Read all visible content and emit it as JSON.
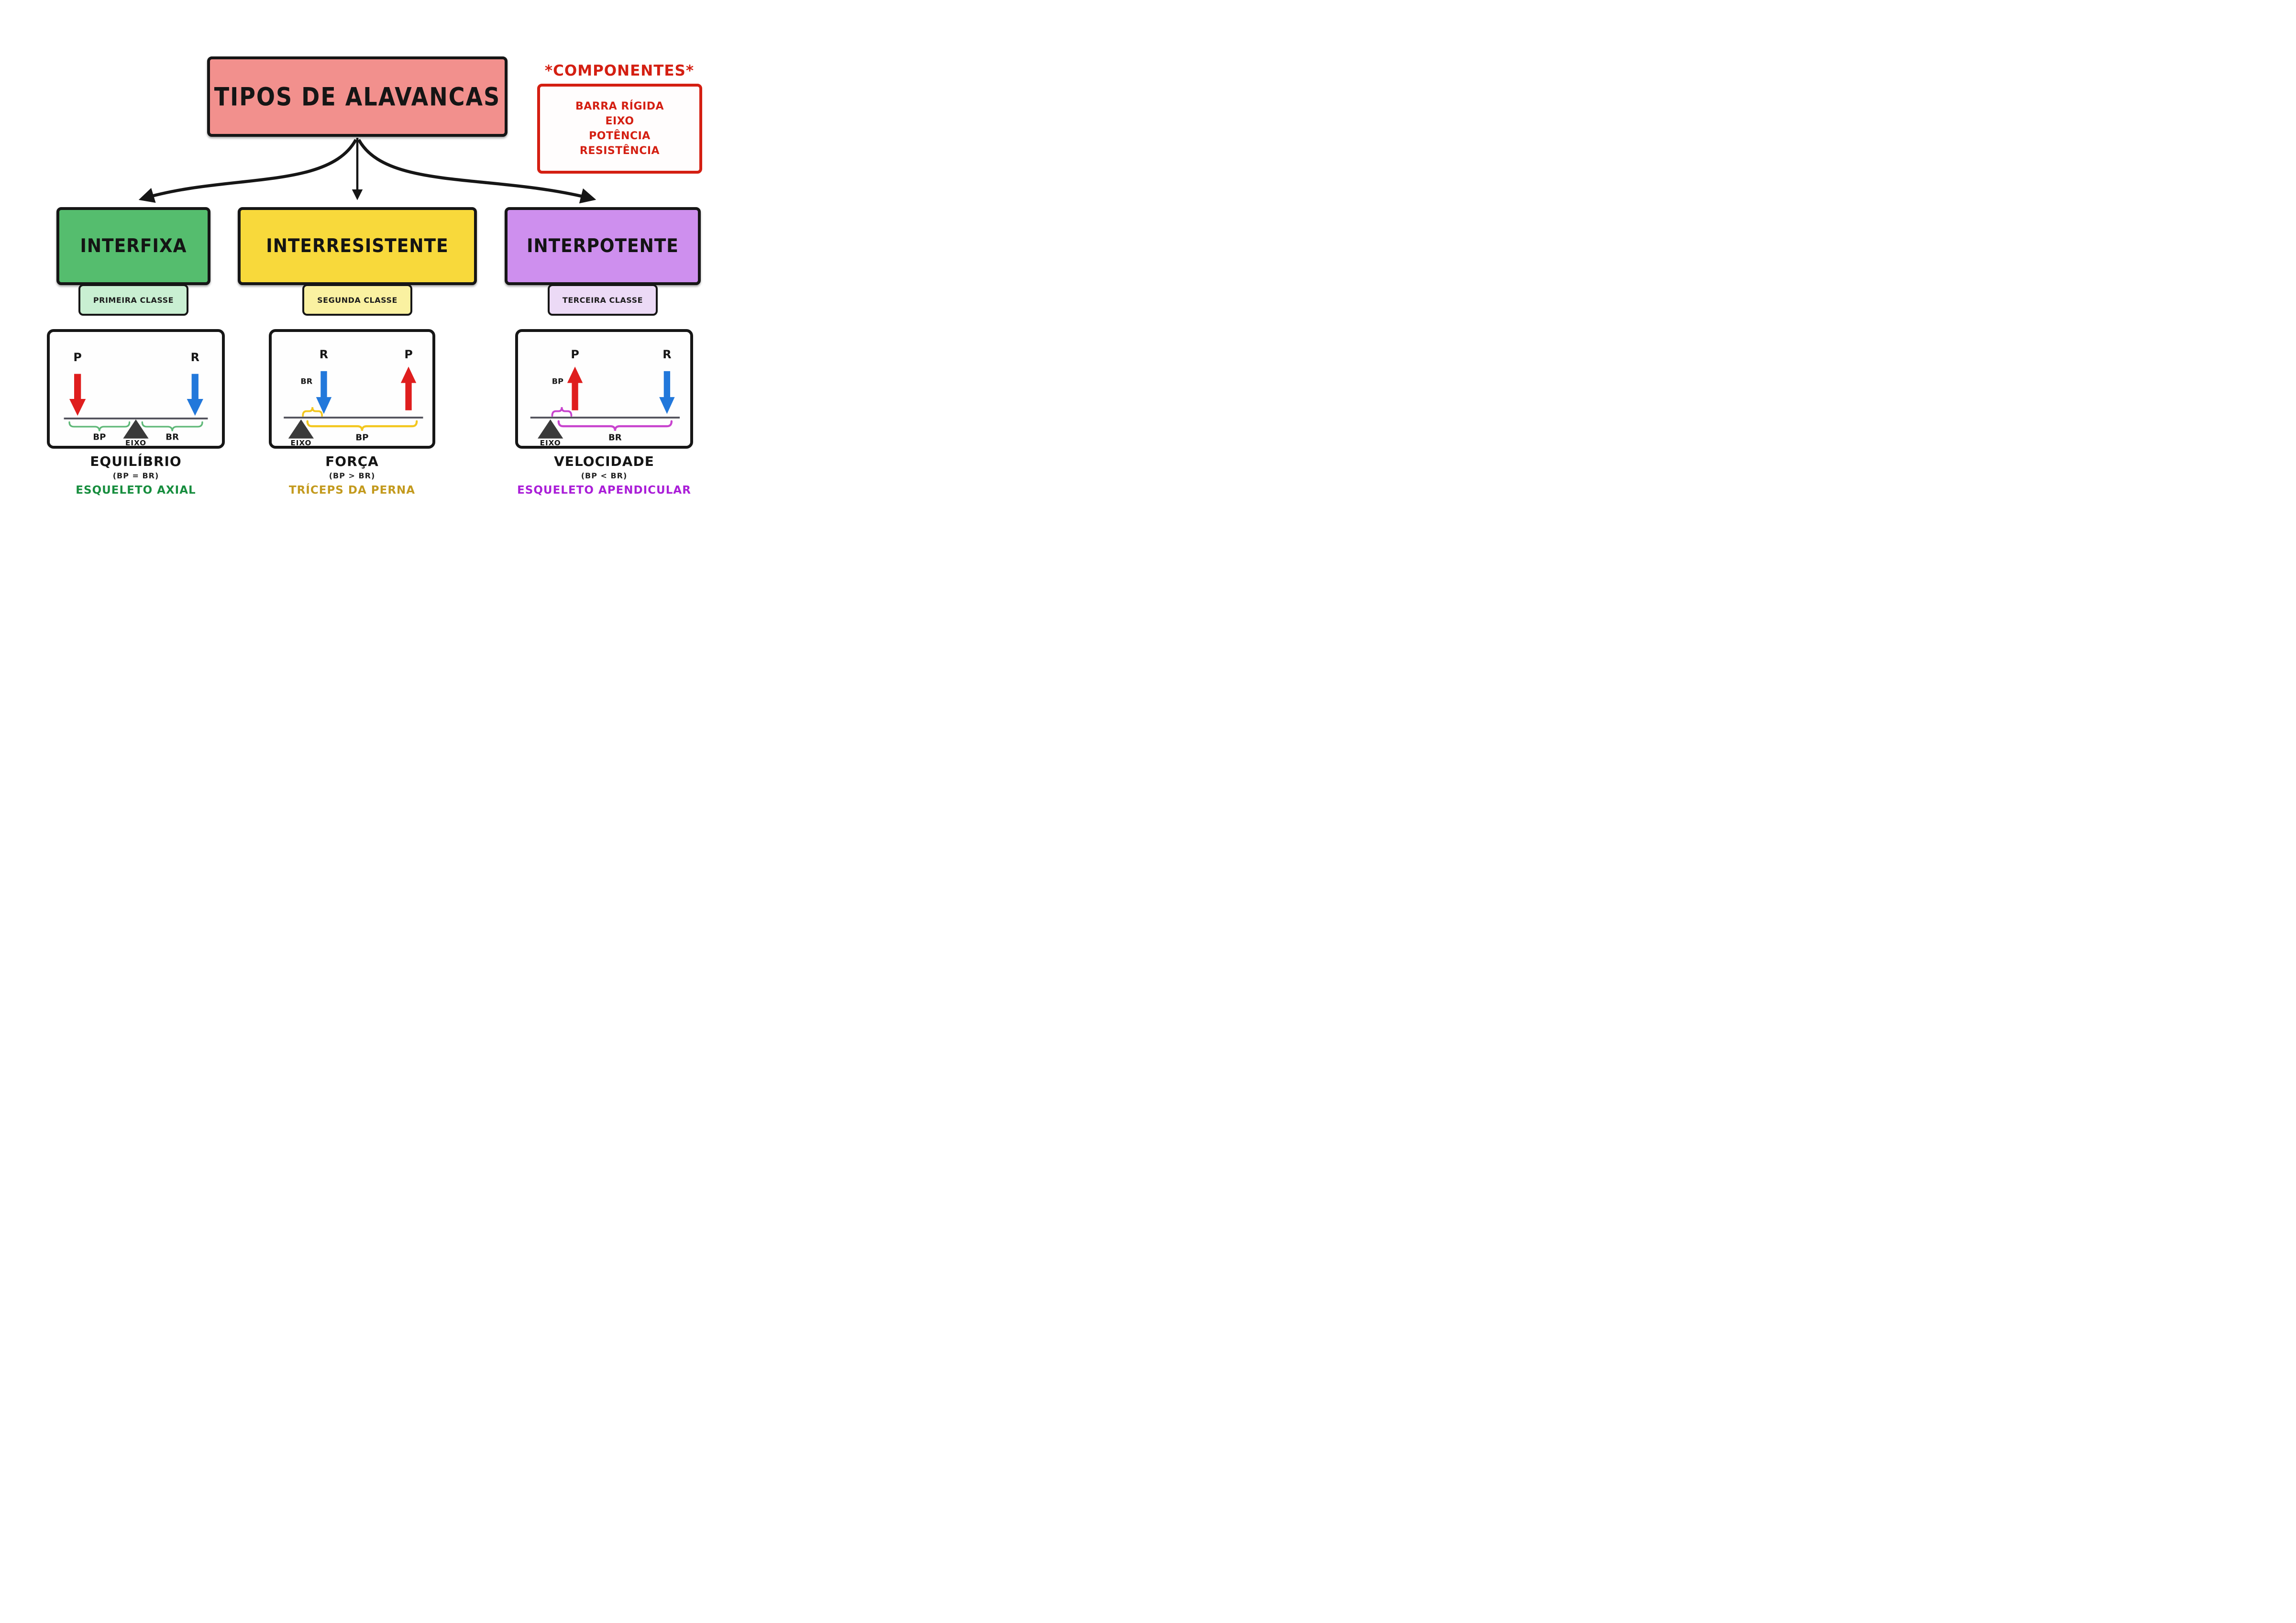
{
  "title": "TIPOS DE ALAVANCAS",
  "components": {
    "title": "*COMPONENTES*",
    "items": [
      "BARRA RÍGIDA",
      "EIXO",
      "POTÊNCIA",
      "RESISTÊNCIA"
    ]
  },
  "classes": [
    {
      "name": "INTERFIXA",
      "class_label": "PRIMEIRA CLASSE"
    },
    {
      "name": "INTERRESISTENTE",
      "class_label": "SEGUNDA CLASSE"
    },
    {
      "name": "INTERPOTENTE",
      "class_label": "TERCEIRA CLASSE"
    }
  ],
  "levers": [
    {
      "force_left": "P",
      "force_right": "R",
      "arm_left": "BP",
      "arm_right": "BR",
      "fulcrum_label": "EIXO"
    },
    {
      "force_near": "R",
      "force_far": "P",
      "arm_near": "BR",
      "arm_far": "BP",
      "fulcrum_label": "EIXO"
    },
    {
      "force_near": "P",
      "force_far": "R",
      "arm_near": "BP",
      "arm_far": "BR",
      "fulcrum_label": "EIXO"
    }
  ],
  "captions": [
    {
      "title": "EQUILÍBRIO",
      "formula": "(BP = BR)",
      "example": "ESQUELETO AXIAL"
    },
    {
      "title": "FORÇA",
      "formula": "(BP > BR)",
      "example": "TRÍCEPS DA PERNA"
    },
    {
      "title": "VELOCIDADE",
      "formula": "(BP < BR)",
      "example": "ESQUELETO APENDICULAR"
    }
  ],
  "colors": {
    "outline": "#161616",
    "title_fill": "#F2908D",
    "componentes_red": "#D41F12",
    "green_fill": "#55BD6E",
    "green_sub": "#C9EFD2",
    "yellow_fill": "#F8D93B",
    "yellow_sub": "#FAF1A1",
    "purple_fill": "#CE8FEE",
    "purple_sub": "#ECDAF6",
    "arrow_red": "#DF1E1E",
    "arrow_blue": "#2278DB",
    "brace_green": "#5FB878",
    "brace_yellow": "#F3C71F",
    "brace_magenta": "#C843CE",
    "caption_green": "#178D3E",
    "caption_gold": "#C39A1E",
    "caption_purple": "#AA1ED8",
    "bar_gray": "#50505A",
    "fulcrum_dark": "#3A3A3A"
  }
}
